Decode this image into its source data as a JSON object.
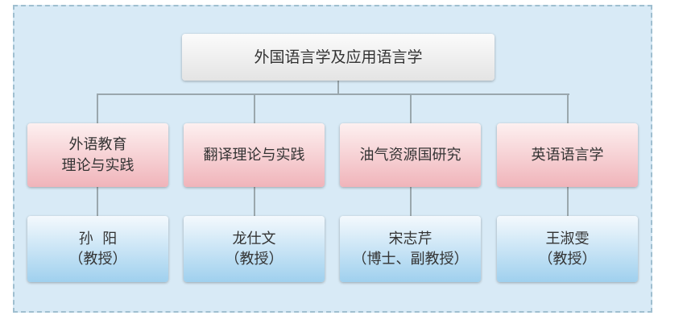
{
  "root": "外国语言学及应用语言学",
  "branches": [
    {
      "field_lines": [
        "外语教育",
        "理论与实践"
      ],
      "person": "孙  阳",
      "title": "（教授）"
    },
    {
      "field_lines": [
        "翻译理论与实践"
      ],
      "person": "龙仕文",
      "title": "（教授）"
    },
    {
      "field_lines": [
        "油气资源国研究"
      ],
      "person": "宋志芹",
      "title": "（博士、副教授）"
    },
    {
      "field_lines": [
        "英语语言学"
      ],
      "person": "王淑雯",
      "title": "（教授）"
    }
  ],
  "colors": {
    "background": "#d8eaf6",
    "field_box": "#f0b4ba",
    "person_box": "#9fd0ee"
  }
}
